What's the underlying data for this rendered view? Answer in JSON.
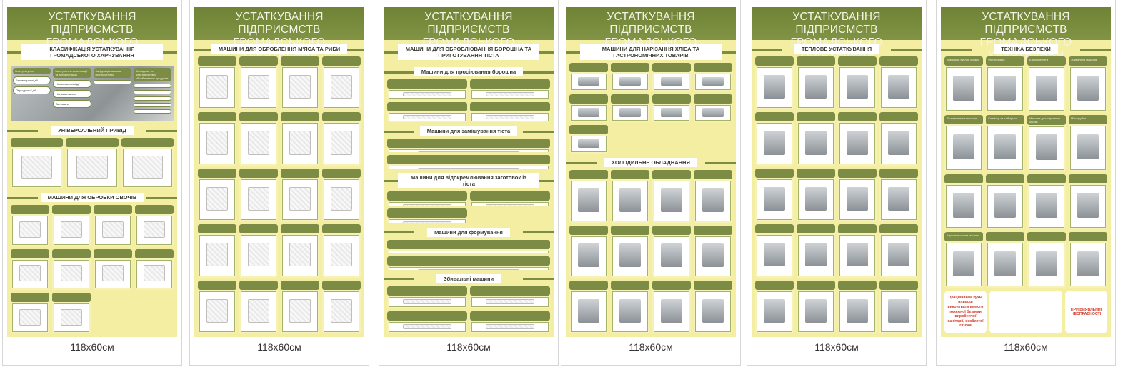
{
  "stand_size_label": "118x60см",
  "poster_title": "УСТАТКУВАННЯ ПІДПРИЄМСТВ ГРОМАДСЬКОГО ХАРЧУВАННЯ",
  "colors": {
    "header_green": "#7a8c3e",
    "body_yellow": "#f3eea2",
    "label_green": "#7d8c45",
    "warning_red": "#d23b2a"
  },
  "posters": [
    {
      "title": "УСТАТКУВАННЯ ПІДПРИЄМСТВ ГРОМАДСЬКОГО ХАРЧУВАННЯ",
      "size": "118x60см",
      "classification": {
        "title": "КЛАСИФІКАЦІЯ УСТАТКУВАННЯ ГРОМАДСЬКОГО ХАРЧУВАННЯ",
        "columns": [
          {
            "head": "За структурою",
            "items": [
              "Безперервної дії",
              "Періодичної дії"
            ]
          },
          {
            "head": "За ступенем механізації та автоматизації",
            "items": [
              "Неавтоматичні дії",
              "Напівавтомати",
              "Автомати"
            ]
          },
          {
            "head": "За функціональним призначенням",
            "items": [
              ""
            ]
          },
          {
            "head": "За видами та властивостями оброблюваних продуктів",
            "items": [
              "",
              "",
              "",
              "",
              ""
            ]
          }
        ]
      },
      "sections": [
        {
          "title": "УНІВЕРСАЛЬНИЙ ПРИВІД",
          "cards": [
            "",
            "",
            ""
          ]
        },
        {
          "title": "МАШИНИ ДЛЯ ОБРОБКИ ОВОЧІВ",
          "cards": [
            "",
            "",
            "",
            "",
            "",
            "",
            "",
            "",
            "",
            ""
          ]
        }
      ]
    },
    {
      "title": "УСТАТКУВАННЯ ПІДПРИЄМСТВ ГРОМАДСЬКОГО ХАРЧУВАННЯ",
      "size": "118x60см",
      "sections": [
        {
          "title": "МАШИНИ ДЛЯ ОБРОБЛЕННЯ М'ЯСА ТА РИБИ",
          "cards": [
            "",
            "",
            "",
            "",
            "",
            "",
            "",
            "",
            "",
            "",
            "",
            "",
            "",
            "",
            "",
            "",
            "",
            "",
            "",
            ""
          ]
        }
      ]
    },
    {
      "title": "УСТАТКУВАННЯ ПІДПРИЄМСТВ ГРОМАДСЬКОГО ХАРЧУВАННЯ",
      "size": "118x60см",
      "sections": [
        {
          "title": "МАШИНИ ДЛЯ ОБРОБЛЮВАННЯ БОРОШНА ТА ПРИГОТУВАННЯ ТІСТА",
          "cards": []
        },
        {
          "title": "Машини для просіювання борошна",
          "cards": [
            "",
            "",
            "",
            ""
          ]
        },
        {
          "title": "Машини для замішування тіста",
          "cards": [
            "",
            ""
          ]
        },
        {
          "title": "Машини для відокремлювання заготовок із тіста",
          "cards": [
            "",
            "",
            ""
          ]
        },
        {
          "title": "Машини для формування",
          "cards": [
            "",
            ""
          ]
        },
        {
          "title": "Збивальні машини",
          "cards": [
            "",
            "",
            "",
            ""
          ]
        }
      ]
    },
    {
      "title": "УСТАТКУВАННЯ ПІДПРИЄМСТВ ГРОМАДСЬКОГО ХАРЧУВАННЯ",
      "size": "118x60см",
      "sections": [
        {
          "title": "МАШИНИ ДЛЯ НАРІЗАННЯ ХЛІБА ТА ГАСТРОНОМІЧНИХ ТОВАРІВ",
          "cards": [
            "",
            "",
            "",
            "",
            "",
            "",
            "",
            "",
            ""
          ]
        },
        {
          "title": "ХОЛОДИЛЬНЕ ОБЛАДНАННЯ",
          "cards": [
            "",
            "",
            "",
            "",
            "",
            "",
            "",
            "",
            "",
            "",
            "",
            ""
          ]
        }
      ]
    },
    {
      "title": "УСТАТКУВАННЯ ПІДПРИЄМСТВ ГРОМАДСЬКОГО ХАРЧУВАННЯ",
      "size": "118x60см",
      "sections": [
        {
          "title": "ТЕПЛОВЕ УСТАТКУВАННЯ",
          "cards": [
            "",
            "",
            "",
            "",
            "",
            "",
            "",
            "",
            "",
            "",
            "",
            "",
            "",
            "",
            "",
            "",
            "",
            "",
            "",
            ""
          ]
        }
      ]
    },
    {
      "title": "УСТАТКУВАННЯ ПІДПРИЄМСТВ ГРОМАДСЬКОГО ХАРЧУВАННЯ",
      "size": "118x60см",
      "sections": [
        {
          "title": "ТЕХНІКА БЕЗПЕКИ",
          "cards": [
            "Зовнішній вигляд кухаря",
            "Фритюрниця",
            "Електроплита",
            "Збивальна машина",
            "Тістомісильна машина",
            "Слайсер та хліборізка",
            "Машина для нарізання овочів",
            "М'ясорубка",
            "",
            "",
            "",
            "",
            "Картоплеочисна машина",
            "",
            "",
            ""
          ]
        }
      ],
      "notes": [
        "Працівникам кухні повинні виконувати вимоги пожежної безпеки, виробничої санітарії, особистої гігієни",
        "ПРИ ВИЯВЛЕННІ НЕСПРАВНОСТІ"
      ]
    }
  ]
}
